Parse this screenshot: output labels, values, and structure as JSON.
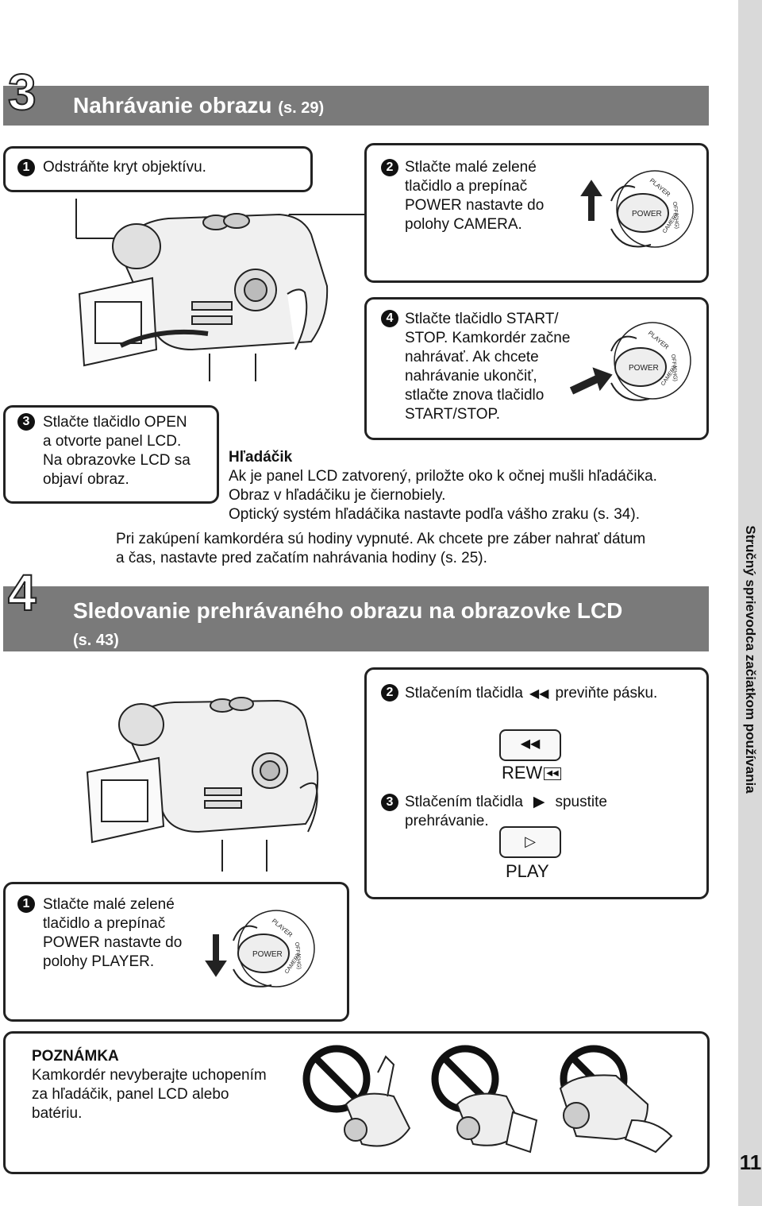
{
  "sidebar": {
    "text": "Stručný sprievodca začiatkom používania",
    "page_number": "11"
  },
  "section3": {
    "number": "3",
    "title": "Nahrávanie obrazu",
    "ref": "(s. 29)",
    "step1": {
      "num": "1",
      "text": "Odstráňte kryt objektívu."
    },
    "step2": {
      "num": "2",
      "text_lines": [
        "Stlačte malé zelené",
        "tlačidlo a prepínač",
        "POWER nastavte do",
        "polohy CAMERA."
      ]
    },
    "step3": {
      "num": "3",
      "text_lines": [
        "Stlačte tlačidlo OPEN",
        "a otvorte panel LCD.",
        "Na obrazovke LCD sa",
        "objaví obraz."
      ]
    },
    "step4": {
      "num": "4",
      "text_lines": [
        "Stlačte tlačidlo START/",
        "STOP. Kamkordér začne",
        "nahrávať. Ak chcete",
        "nahrávanie ukončiť,",
        "stlačte znova tlačidlo",
        "START/STOP."
      ]
    },
    "viewfinder": {
      "heading": "Hľadáčik",
      "lines": [
        "Ak je panel LCD zatvorený, priložte oko k očnej mušli hľadáčika.",
        "Obraz v hľadáčiku je čiernobiely.",
        "Optický systém hľadáčika nastavte podľa vášho zraku (s. 34)."
      ]
    },
    "clock_note": [
      "Pri zakúpení kamkordéra sú hodiny vypnuté. Ak chcete pre záber nahrať dátum",
      "a čas, nastavte pred začatím nahrávania hodiny (s. 25)."
    ]
  },
  "section4": {
    "number": "4",
    "title": "Sledovanie prehrávaného obrazu na obrazovke LCD",
    "ref": "(s. 43)",
    "step1": {
      "num": "1",
      "text_lines": [
        "Stlačte malé zelené",
        "tlačidlo a prepínač",
        "POWER nastavte do",
        "polohy PLAYER."
      ]
    },
    "step2": {
      "num": "2",
      "text_before": "Stlačením tlačidla",
      "text_after": "previňte pásku.",
      "button_label": "REW"
    },
    "step3": {
      "num": "3",
      "text_before": "Stlačením tlačidla",
      "text_after": "spustite",
      "text_line2": "prehrávanie.",
      "button_label": "PLAY"
    }
  },
  "switch_labels": {
    "power": "POWER",
    "player": "PLAYER",
    "off": "OFF(CHG)",
    "camera": "CAMERA"
  },
  "note": {
    "heading": "POZNÁMKA",
    "lines": [
      "Kamkordér nevyberajte uchopením",
      "za hľadáčik, panel LCD alebo",
      "batériu."
    ]
  },
  "colors": {
    "section_bar": "#7a7a7a",
    "sidebar": "#d9d9d9",
    "text": "#111111"
  },
  "icons": [
    "camcorder-illustration",
    "power-switch-illustration",
    "rewind-icon",
    "play-icon",
    "prohibited-icon"
  ]
}
